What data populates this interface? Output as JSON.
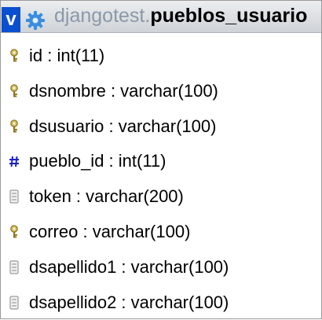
{
  "header": {
    "toggle_label": "v",
    "db_name": "djangotest",
    "separator": ".",
    "table_name": "pueblos_usuario"
  },
  "columns": [
    {
      "label": "id : int(11)",
      "icon": "key-icon"
    },
    {
      "label": "dsnombre : varchar(100)",
      "icon": "key-icon"
    },
    {
      "label": "dsusuario : varchar(100)",
      "icon": "key-icon"
    },
    {
      "label": "pueblo_id : int(11)",
      "icon": "hash-icon"
    },
    {
      "label": "token : varchar(200)",
      "icon": "column-icon"
    },
    {
      "label": "correo : varchar(100)",
      "icon": "key-icon"
    },
    {
      "label": "dsapellido1 : varchar(100)",
      "icon": "column-icon"
    },
    {
      "label": "dsapellido2 : varchar(100)",
      "icon": "column-icon"
    }
  ],
  "colors": {
    "toggle_bg": "#0a4fd0",
    "db_name": "#8b98a8",
    "hash_icon": "#1a22c8",
    "key_icon": "#b89a2a",
    "column_icon": "#9a9a9a"
  }
}
